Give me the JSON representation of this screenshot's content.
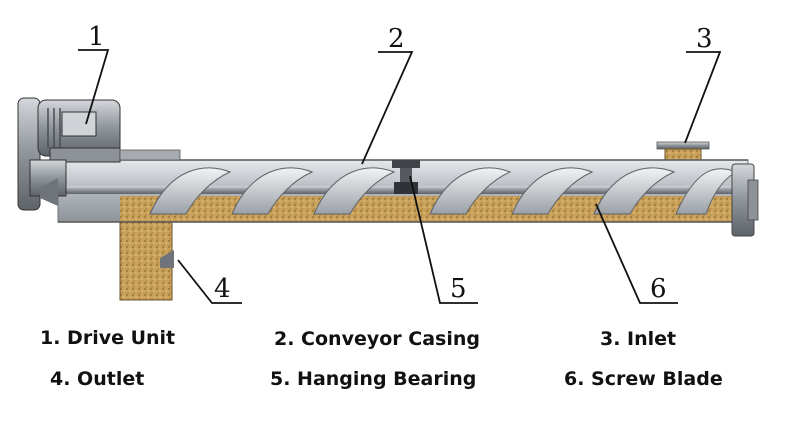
{
  "callouts": [
    {
      "number": "1"
    },
    {
      "number": "2"
    },
    {
      "number": "3"
    },
    {
      "number": "4"
    },
    {
      "number": "5"
    },
    {
      "number": "6"
    }
  ],
  "legend": [
    {
      "text": "1. Drive Unit"
    },
    {
      "text": "2. Conveyor Casing"
    },
    {
      "text": "3. Inlet"
    },
    {
      "text": "4. Outlet"
    },
    {
      "text": "5. Hanging Bearing"
    },
    {
      "text": "6. Screw Blade"
    }
  ],
  "colors": {
    "material": "#c9a15a",
    "steel": "#b8bcc2",
    "steel_dark": "#6f747a",
    "leader_line": "#111111"
  },
  "icons": [
    "motor-icon",
    "gear-reducer-icon",
    "flange-icon"
  ]
}
